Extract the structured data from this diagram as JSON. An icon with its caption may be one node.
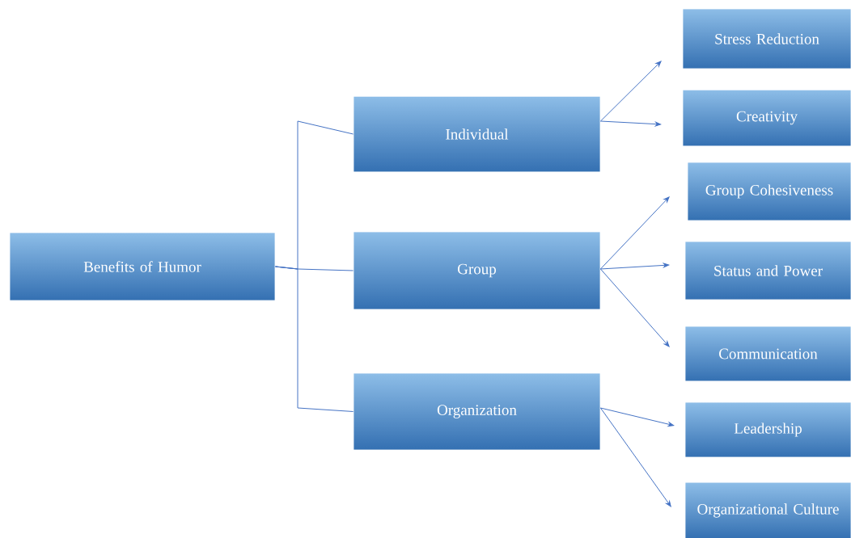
{
  "diagram": {
    "nodes": [
      {
        "text": [
          "Benefits of Humor"
        ]
      },
      {
        "text": [
          "Individual"
        ]
      },
      {
        "text": [
          "Group"
        ]
      },
      {
        "text": [
          "Organization"
        ]
      },
      {
        "text": [
          "Stress Reduction"
        ]
      },
      {
        "text": [
          "Creativity"
        ]
      },
      {
        "text": [
          "Group Cohesiveness"
        ]
      },
      {
        "text": [
          "Status and Power"
        ]
      },
      {
        "text": [
          "Communication"
        ]
      },
      {
        "text": [
          "Leadership"
        ]
      },
      {
        "text": [
          "Organizational Culture"
        ]
      }
    ],
    "edges": [
      {
        "from": 0,
        "to": 1,
        "arrow": "none"
      },
      {
        "from": 0,
        "to": 2,
        "arrow": "none"
      },
      {
        "from": 0,
        "to": 3,
        "arrow": "none"
      },
      {
        "from": 1,
        "to": 4,
        "arrow": "to"
      },
      {
        "from": 1,
        "to": 5,
        "arrow": "to"
      },
      {
        "from": 2,
        "to": 6,
        "arrow": "to"
      },
      {
        "from": 2,
        "to": 7,
        "arrow": "to"
      },
      {
        "from": 2,
        "to": 8,
        "arrow": "to"
      },
      {
        "from": 3,
        "to": 9,
        "arrow": "to"
      },
      {
        "from": 3,
        "to": 10,
        "arrow": "to"
      }
    ]
  }
}
